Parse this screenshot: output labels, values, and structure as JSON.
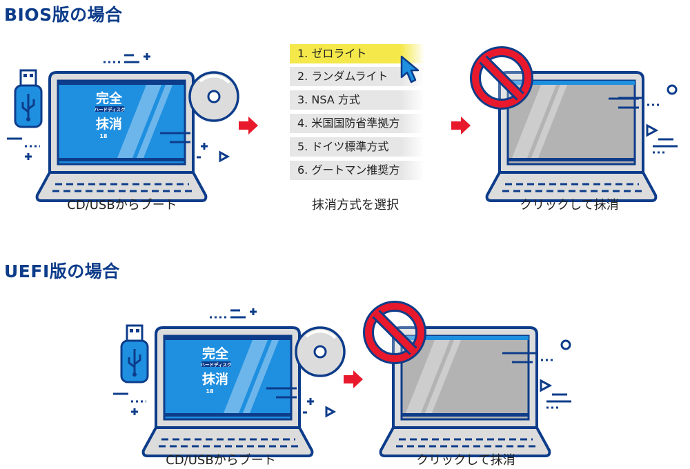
{
  "bios": {
    "title": "BIOS版の場合",
    "step1_caption": "CD/USBからブート",
    "step2_caption": "抹消方式を選択",
    "step3_caption": "クリックして抹消",
    "methods": [
      "1. ゼロライト",
      "2. ランダムライト",
      "3. NSA 方式",
      "4. 米国国防省準拠方",
      "5. ドイツ標準方式",
      "6. グートマン推奨方"
    ]
  },
  "uefi": {
    "title": "UEFI版の場合",
    "step1_caption": "CD/USBからブート",
    "step2_caption": "クリックして抹消"
  },
  "product": {
    "line1": "完全",
    "subtitle": "ハードディスク",
    "line2": "抹消",
    "version": "18"
  },
  "colors": {
    "navy": "#0d3c8a",
    "blue": "#1f8fe0",
    "screen_grey": "#b3b3b3",
    "arrow_red": "#e8192c",
    "highlight": "#f4e84a",
    "menu_bg": "#e6e6e6"
  }
}
